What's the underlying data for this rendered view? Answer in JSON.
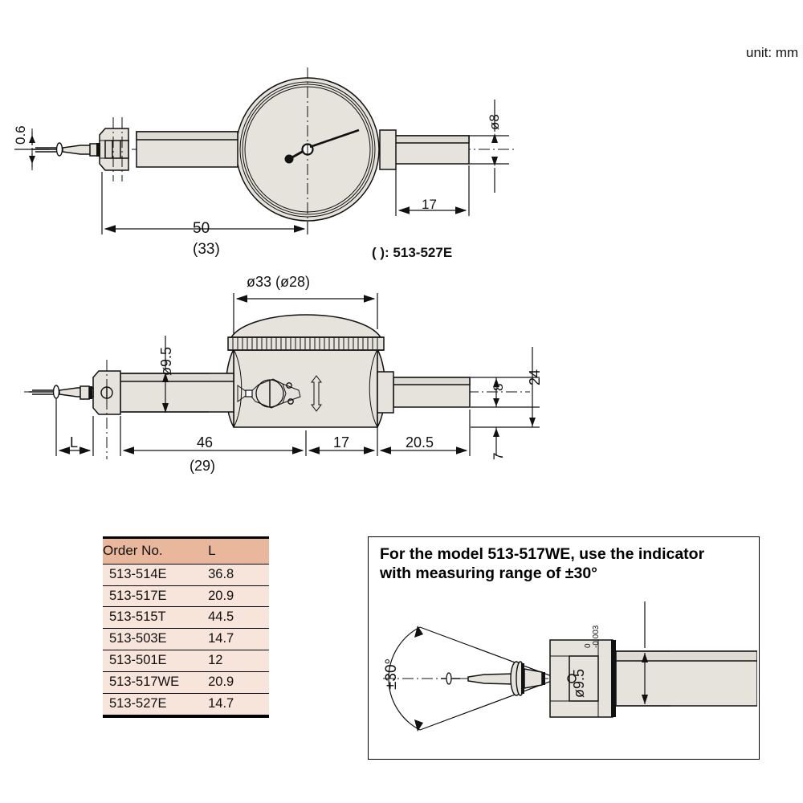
{
  "meta": {
    "unit_note": "unit: mm",
    "paren_note": "( ): 513-527E"
  },
  "figure_top": {
    "name": "front-view-dial-test-indicator",
    "dimensions": {
      "stylus_ball": "0.6",
      "stem_diameter": "ø8",
      "stem_length": "17",
      "overall_length": "50",
      "overall_length_alt": "(33)"
    }
  },
  "figure_middle": {
    "name": "side-view-dial-test-indicator",
    "dimensions": {
      "bezel_diameter": "ø33 (ø28)",
      "body_diameter": "ø9.5",
      "height_total": "24",
      "height_upper": "8",
      "height_lower": "7",
      "stylus_length": "L",
      "body_length": "46",
      "body_length_alt": "(29)",
      "mid_length": "17",
      "stem_length": "20.5"
    }
  },
  "figure_detail": {
    "name": "stylus-angle-detail",
    "dimensions": {
      "angle": "±30°",
      "shank_diameter": "ø9.5",
      "tol_upper": "0",
      "tol_lower": "-0.003"
    }
  },
  "note": {
    "line1": "For the model 513-517WE, use the indicator",
    "line2": "with measuring range of ±30°"
  },
  "table": {
    "headers": [
      "Order No.",
      "L"
    ],
    "rows": [
      [
        "513-514E",
        "36.8"
      ],
      [
        "513-517E",
        "20.9"
      ],
      [
        "513-515T",
        "44.5"
      ],
      [
        "513-503E",
        "14.7"
      ],
      [
        "513-501E",
        "12"
      ],
      [
        "513-517WE",
        "20.9"
      ],
      [
        "513-527E",
        "14.7"
      ]
    ]
  },
  "colors": {
    "header_fill": "#e9b79c",
    "row_fill": "#f7e4da",
    "metal_fill": "#e6e3dd",
    "line": "#111111"
  }
}
